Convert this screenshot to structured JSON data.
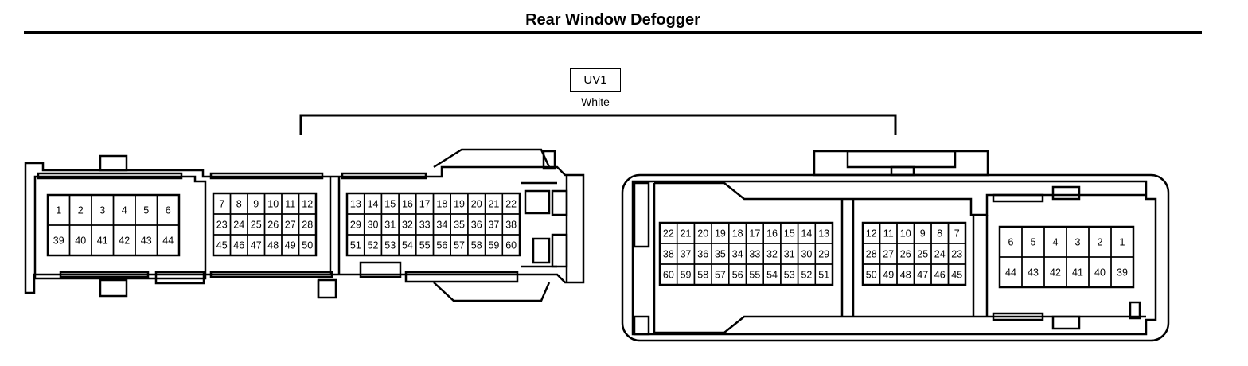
{
  "title": "Rear Window Defogger",
  "connector": {
    "id": "UV1",
    "color": "White"
  },
  "left_connector": {
    "block_a": {
      "rows": [
        [
          "1",
          "2",
          "3",
          "4",
          "5",
          "6"
        ],
        [
          "39",
          "40",
          "41",
          "42",
          "43",
          "44"
        ]
      ]
    },
    "block_b": {
      "rows": [
        [
          "7",
          "8",
          "9",
          "10",
          "11",
          "12"
        ],
        [
          "23",
          "24",
          "25",
          "26",
          "27",
          "28"
        ],
        [
          "45",
          "46",
          "47",
          "48",
          "49",
          "50"
        ]
      ]
    },
    "block_c": {
      "rows": [
        [
          "13",
          "14",
          "15",
          "16",
          "17",
          "18",
          "19",
          "20",
          "21",
          "22"
        ],
        [
          "29",
          "30",
          "31",
          "32",
          "33",
          "34",
          "35",
          "36",
          "37",
          "38"
        ],
        [
          "51",
          "52",
          "53",
          "54",
          "55",
          "56",
          "57",
          "58",
          "59",
          "60"
        ]
      ]
    }
  },
  "right_connector": {
    "block_a": {
      "rows": [
        [
          "22",
          "21",
          "20",
          "19",
          "18",
          "17",
          "16",
          "15",
          "14",
          "13"
        ],
        [
          "38",
          "37",
          "36",
          "35",
          "34",
          "33",
          "32",
          "31",
          "30",
          "29"
        ],
        [
          "60",
          "59",
          "58",
          "57",
          "56",
          "55",
          "54",
          "53",
          "52",
          "51"
        ]
      ]
    },
    "block_b": {
      "rows": [
        [
          "12",
          "11",
          "10",
          "9",
          "8",
          "7"
        ],
        [
          "28",
          "27",
          "26",
          "25",
          "24",
          "23"
        ],
        [
          "50",
          "49",
          "48",
          "47",
          "46",
          "45"
        ]
      ]
    },
    "block_c": {
      "rows": [
        [
          "6",
          "5",
          "4",
          "3",
          "2",
          "1"
        ],
        [
          "44",
          "43",
          "42",
          "41",
          "40",
          "39"
        ]
      ]
    }
  }
}
